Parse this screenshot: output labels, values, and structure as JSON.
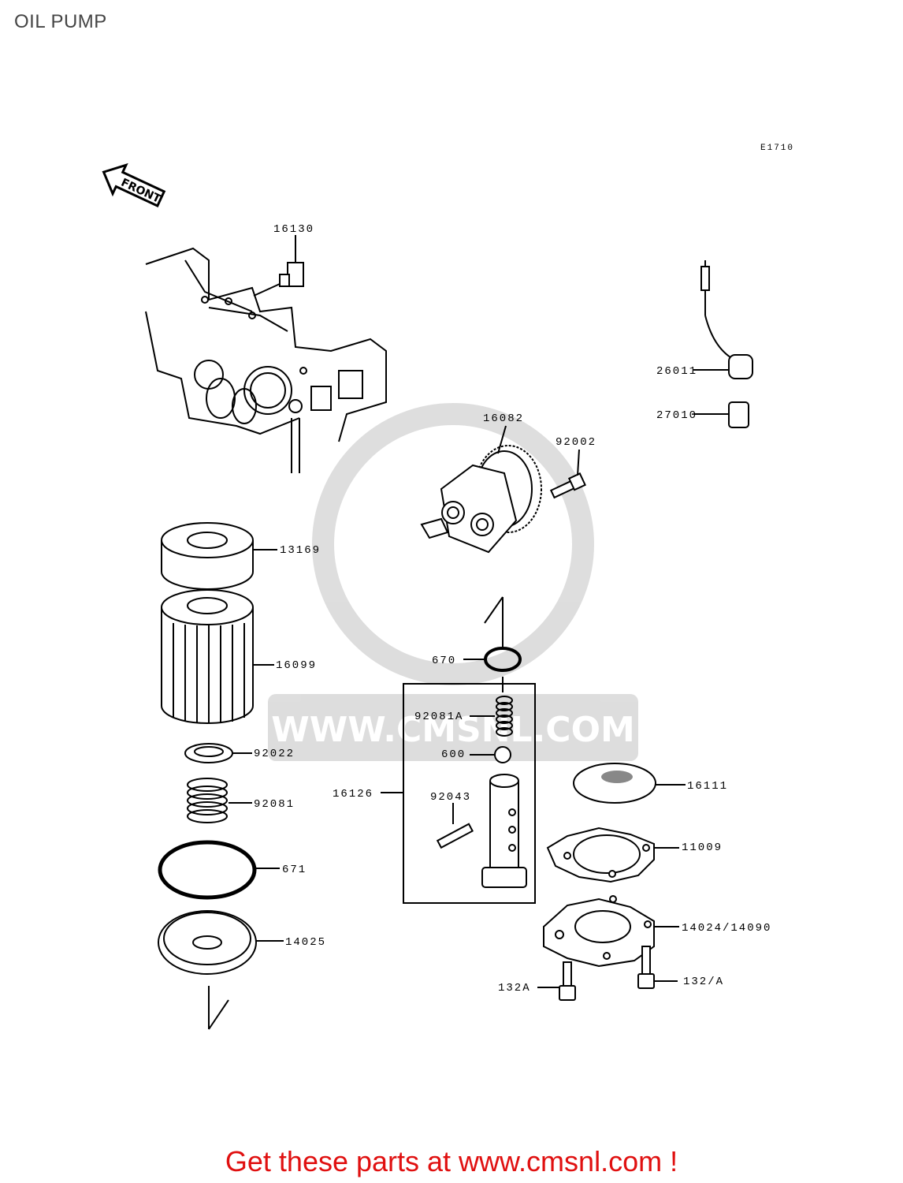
{
  "header": {
    "title": "OIL PUMP"
  },
  "diagram": {
    "code": "E1710",
    "front_label": "FRONT",
    "watermark": "WWW.CMSNL.COM",
    "parts": [
      {
        "id": "16130",
        "label": "16130"
      },
      {
        "id": "26011",
        "label": "26011"
      },
      {
        "id": "27010",
        "label": "27010"
      },
      {
        "id": "16082",
        "label": "16082"
      },
      {
        "id": "92002",
        "label": "92002"
      },
      {
        "id": "13169",
        "label": "13169"
      },
      {
        "id": "16099",
        "label": "16099"
      },
      {
        "id": "670",
        "label": "670"
      },
      {
        "id": "92081A",
        "label": "92081A"
      },
      {
        "id": "600",
        "label": "600"
      },
      {
        "id": "92022",
        "label": "92022"
      },
      {
        "id": "16126",
        "label": "16126"
      },
      {
        "id": "92043",
        "label": "92043"
      },
      {
        "id": "16111",
        "label": "16111"
      },
      {
        "id": "92081",
        "label": "92081"
      },
      {
        "id": "11009",
        "label": "11009"
      },
      {
        "id": "671",
        "label": "671"
      },
      {
        "id": "14024_14090",
        "label": "14024/14090"
      },
      {
        "id": "14025",
        "label": "14025"
      },
      {
        "id": "132A_1",
        "label": "132A"
      },
      {
        "id": "132A_2",
        "label": "132/A"
      }
    ]
  },
  "footer": {
    "cta": "Get these parts at www.cmsnl.com !"
  }
}
